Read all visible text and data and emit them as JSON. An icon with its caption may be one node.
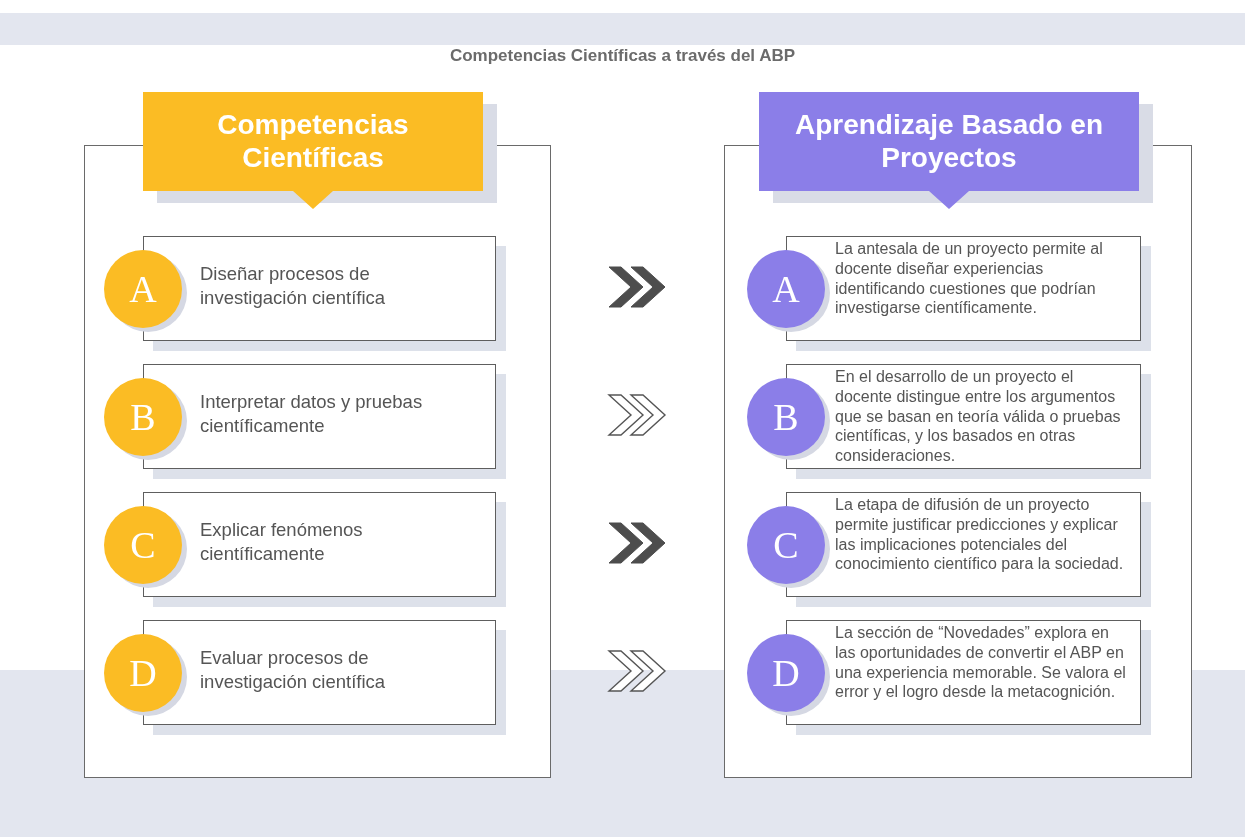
{
  "diagram": {
    "title": "Competencias Científicas a través del ABP",
    "nodes": [
      {
        "text": [
          "Competencias Científicas"
        ]
      },
      {
        "text": [
          "A",
          "Diseñar procesos de investigación científica"
        ],
        "in": 0
      },
      {
        "text": [
          "B",
          "Interpretar datos y pruebas científicamente"
        ],
        "in": 0
      },
      {
        "text": [
          "C",
          "Explicar fenómenos científicamente"
        ],
        "in": 0
      },
      {
        "text": [
          "D",
          "Evaluar procesos de investigación científica"
        ],
        "in": 0
      },
      {
        "text": [
          "Aprendizaje Basado en Proyectos"
        ]
      },
      {
        "text": [
          "A",
          "La antesala de un proyecto permite al docente diseñar experiencias identificando cuestiones que podrían investigarse científicamente."
        ],
        "in": 5
      },
      {
        "text": [
          "B",
          "En el desarrollo de un proyecto el docente distingue entre los argumentos que se basan en teoría válida o pruebas científicas, y los basados en otras consideraciones."
        ],
        "in": 5
      },
      {
        "text": [
          "C",
          "La etapa de difusión de un proyecto permite justificar predicciones y explicar las implicaciones potenciales del conocimiento científico para la sociedad."
        ],
        "in": 5
      },
      {
        "text": [
          "D",
          "La sección de “Novedades” explora en las oportunidades de convertir el ABP en una experiencia memorable. Se valora el error y el logro desde la metacognición."
        ],
        "in": 5
      }
    ]
  }
}
